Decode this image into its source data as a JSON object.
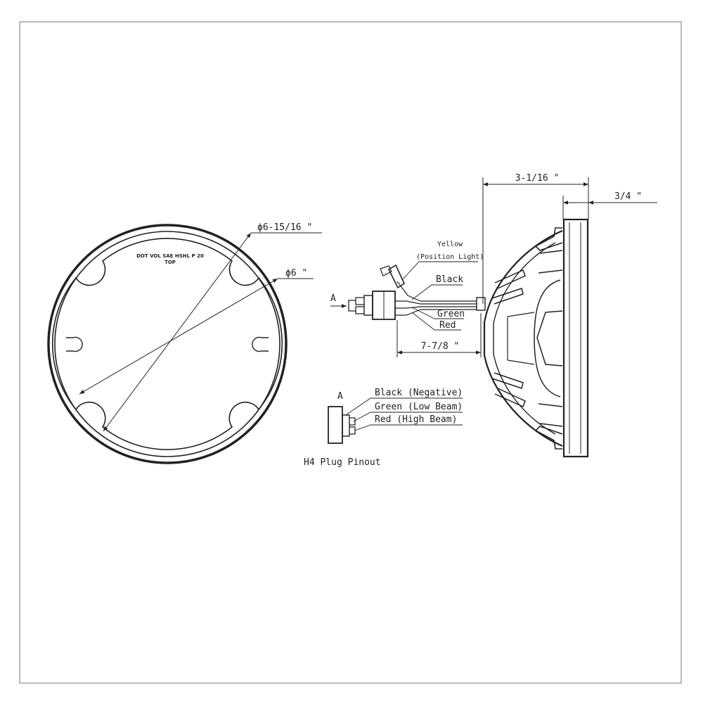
{
  "front_view": {
    "outer_diameter": "ϕ6-15/16 \"",
    "inner_diameter": "ϕ6 \"",
    "stamp_line1": "DOT VOL SAE HSHL P 20",
    "stamp_line2": "TOP"
  },
  "side_view": {
    "total_depth": "3-1/16 \"",
    "bezel_depth": "3/4 \"",
    "cable_length": "7-7/8 \"",
    "connector_marker": "A",
    "wires": {
      "yellow": "Yellow",
      "yellow_note": "(Position Light)",
      "black": "Black",
      "green": "Green",
      "red": "Red"
    }
  },
  "pinout": {
    "marker": "A",
    "pins": [
      "Black (Negative)",
      "Green (Low Beam)",
      "Red (High Beam)"
    ],
    "caption": "H4 Plug Pinout"
  }
}
